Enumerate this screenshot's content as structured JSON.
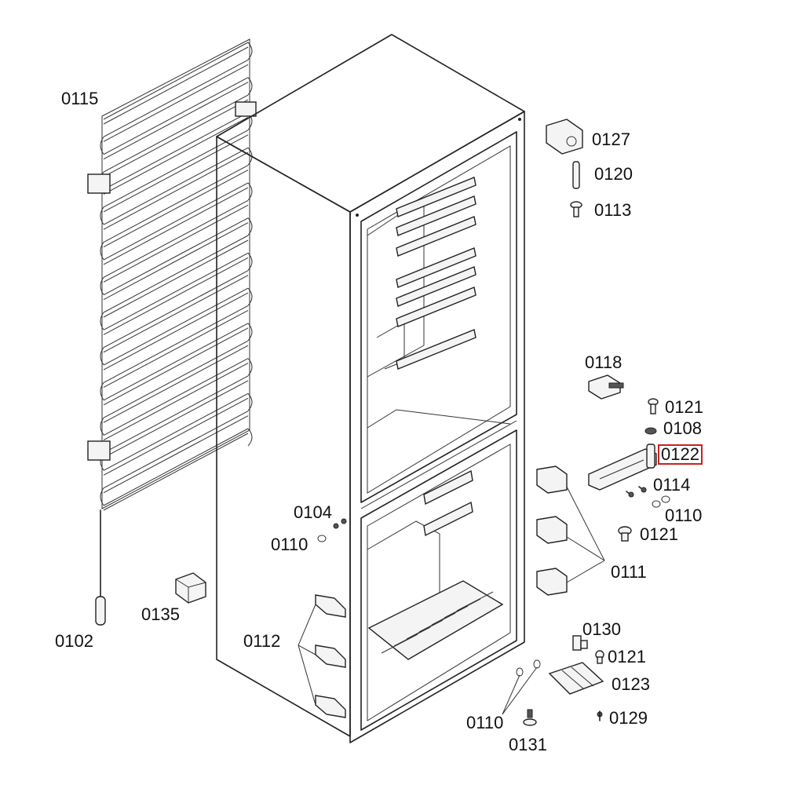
{
  "labels": {
    "l0115": "0115",
    "l0102": "0102",
    "l0135": "0135",
    "l0104": "0104",
    "l0110a": "0110",
    "l0112": "0112",
    "l0127": "0127",
    "l0120": "0120",
    "l0113": "0113",
    "l0118": "0118",
    "l0121a": "0121",
    "l0108": "0108",
    "l0122": "0122",
    "l0114": "0114",
    "l0110b": "0110",
    "l0121b": "0121",
    "l0111": "0111",
    "l0130": "0130",
    "l0121c": "0121",
    "l0123": "0123",
    "l0129": "0129",
    "l0110c": "0110",
    "l0131": "0131"
  },
  "highlight": {
    "label": "0122",
    "color": "#cc1f1f"
  }
}
